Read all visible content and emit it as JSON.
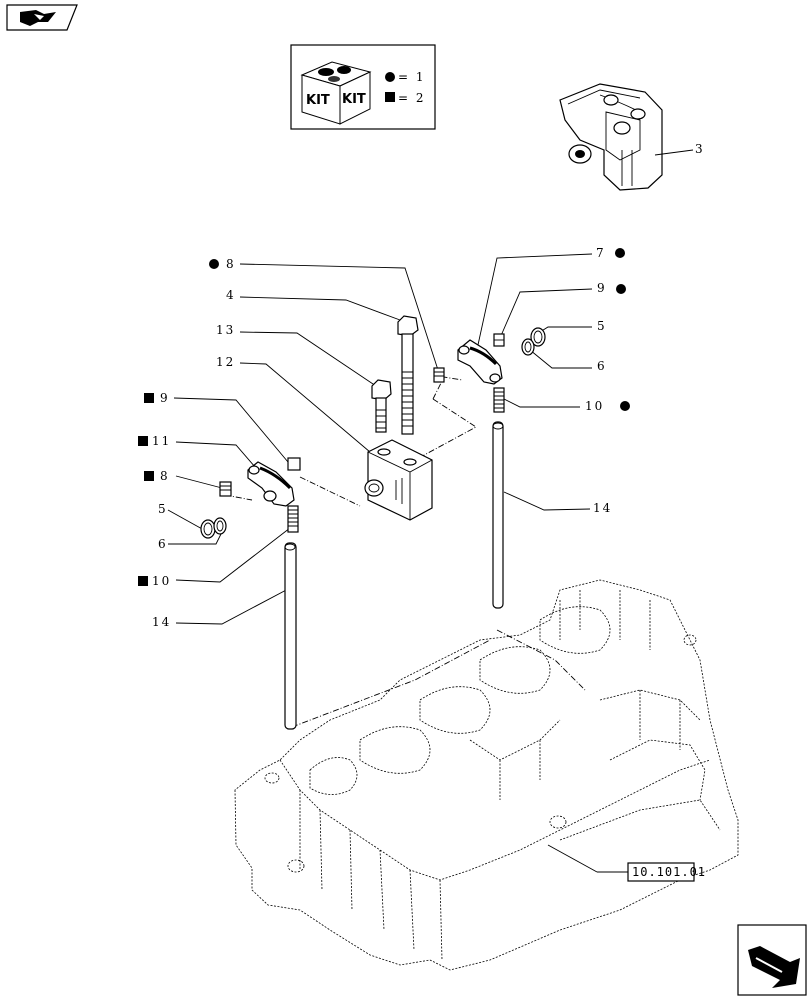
{
  "nav": {
    "back_icon": "book-arrow-icon",
    "next_icon": "page-arrow-icon"
  },
  "kit_box": {
    "kit_text_1": "KIT",
    "kit_text_2": "KIT",
    "legend": [
      {
        "symbol": "circle",
        "text": "= 1"
      },
      {
        "symbol": "square",
        "text": "= 2"
      }
    ]
  },
  "callouts": {
    "c3": "3",
    "c8_top": "8",
    "c4": "4",
    "c13": "13",
    "c12": "12",
    "c7": "7",
    "c9_right": "9",
    "c5_right": "5",
    "c6_right": "6",
    "c10_right": "10",
    "c9_left": "9",
    "c11": "11",
    "c8_left": "8",
    "c5_left": "5",
    "c6_left": "6",
    "c10_left": "10",
    "c14_right": "14",
    "c14_left": "14"
  },
  "reference_box": "10.101.01"
}
